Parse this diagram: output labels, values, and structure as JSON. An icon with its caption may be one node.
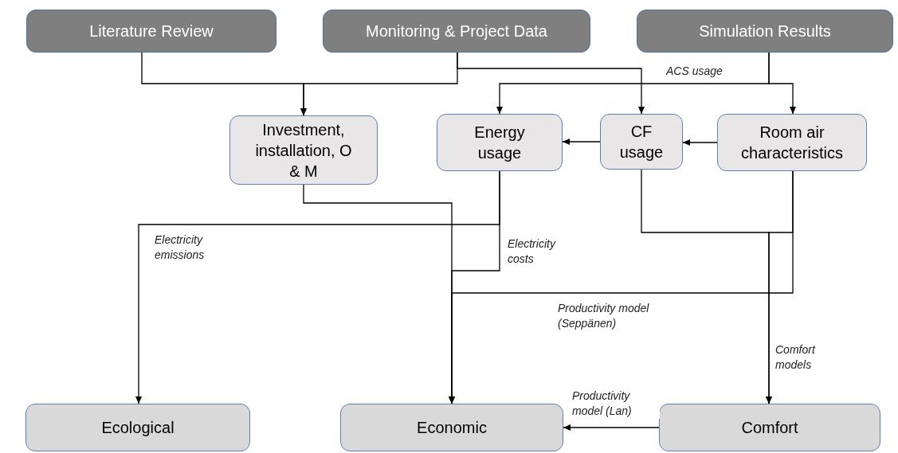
{
  "diagram": {
    "nodes": [
      {
        "text": [
          "Literature Review"
        ]
      },
      {
        "text": [
          "Monitoring & Project Data"
        ]
      },
      {
        "text": [
          "Simulation Results"
        ]
      },
      {
        "text": [
          "Investment, installation, O & M"
        ]
      },
      {
        "text": [
          "Energy usage"
        ]
      },
      {
        "text": [
          "CF usage"
        ]
      },
      {
        "text": [
          "Room air characteristics"
        ]
      },
      {
        "text": [
          "Ecological"
        ]
      },
      {
        "text": [
          "Economic"
        ]
      },
      {
        "text": [
          "Comfort"
        ]
      }
    ],
    "edges": [
      {
        "from": 0,
        "to": 3,
        "arrow": "to"
      },
      {
        "from": 1,
        "to": 3,
        "arrow": "to"
      },
      {
        "from": 1,
        "to": 5,
        "arrow": "to"
      },
      {
        "from": 2,
        "to": 4,
        "arrow": "to",
        "label": "ACS usage"
      },
      {
        "from": 2,
        "to": 6,
        "arrow": "to"
      },
      {
        "from": 5,
        "to": 4,
        "arrow": "to"
      },
      {
        "from": 6,
        "to": 5,
        "arrow": "to"
      },
      {
        "from": 4,
        "to": 7,
        "arrow": "to",
        "label": "Electricity emissions"
      },
      {
        "from": 4,
        "to": 8,
        "arrow": "to",
        "label": "Electricity costs"
      },
      {
        "from": 3,
        "to": 8,
        "arrow": "to"
      },
      {
        "from": 6,
        "to": 8,
        "arrow": "to",
        "label": "Productivity model (Seppänen)"
      },
      {
        "from": 5,
        "to": 9,
        "arrow": "to",
        "label": "Comfort models"
      },
      {
        "from": 6,
        "to": 9,
        "arrow": "to"
      },
      {
        "from": 9,
        "to": 8,
        "arrow": "to",
        "label": "Productivity model (Lan)"
      }
    ]
  }
}
